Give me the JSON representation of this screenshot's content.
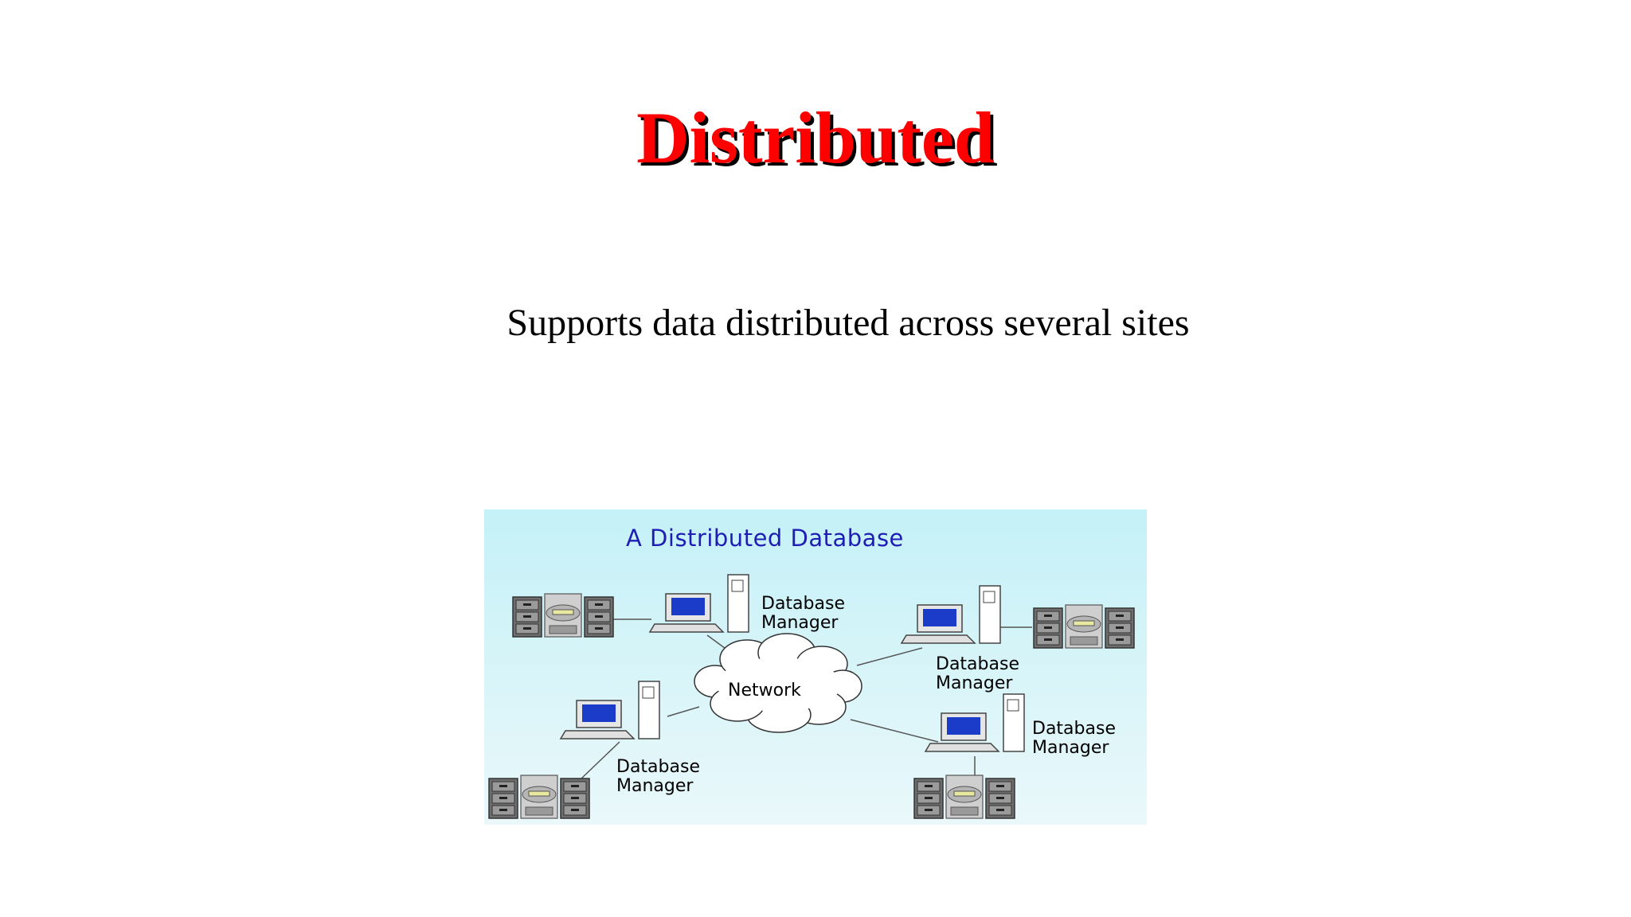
{
  "slide": {
    "title": "Distributed",
    "subtitle": "Supports data distributed across several sites"
  },
  "diagram": {
    "title": "A Distributed Database",
    "network_label": "Network",
    "manager_label_line1": "Database",
    "manager_label_line2": "Manager",
    "colors": {
      "title_text": "#1e1eb4",
      "background_top": "#c4f1f7",
      "background_bottom": "#eaf8fa",
      "screen": "#1a3cc8",
      "slide_title": "#ff0000"
    },
    "icons": [
      "file-cabinet-icon",
      "computer-icon",
      "tower-icon",
      "cloud-icon"
    ]
  }
}
